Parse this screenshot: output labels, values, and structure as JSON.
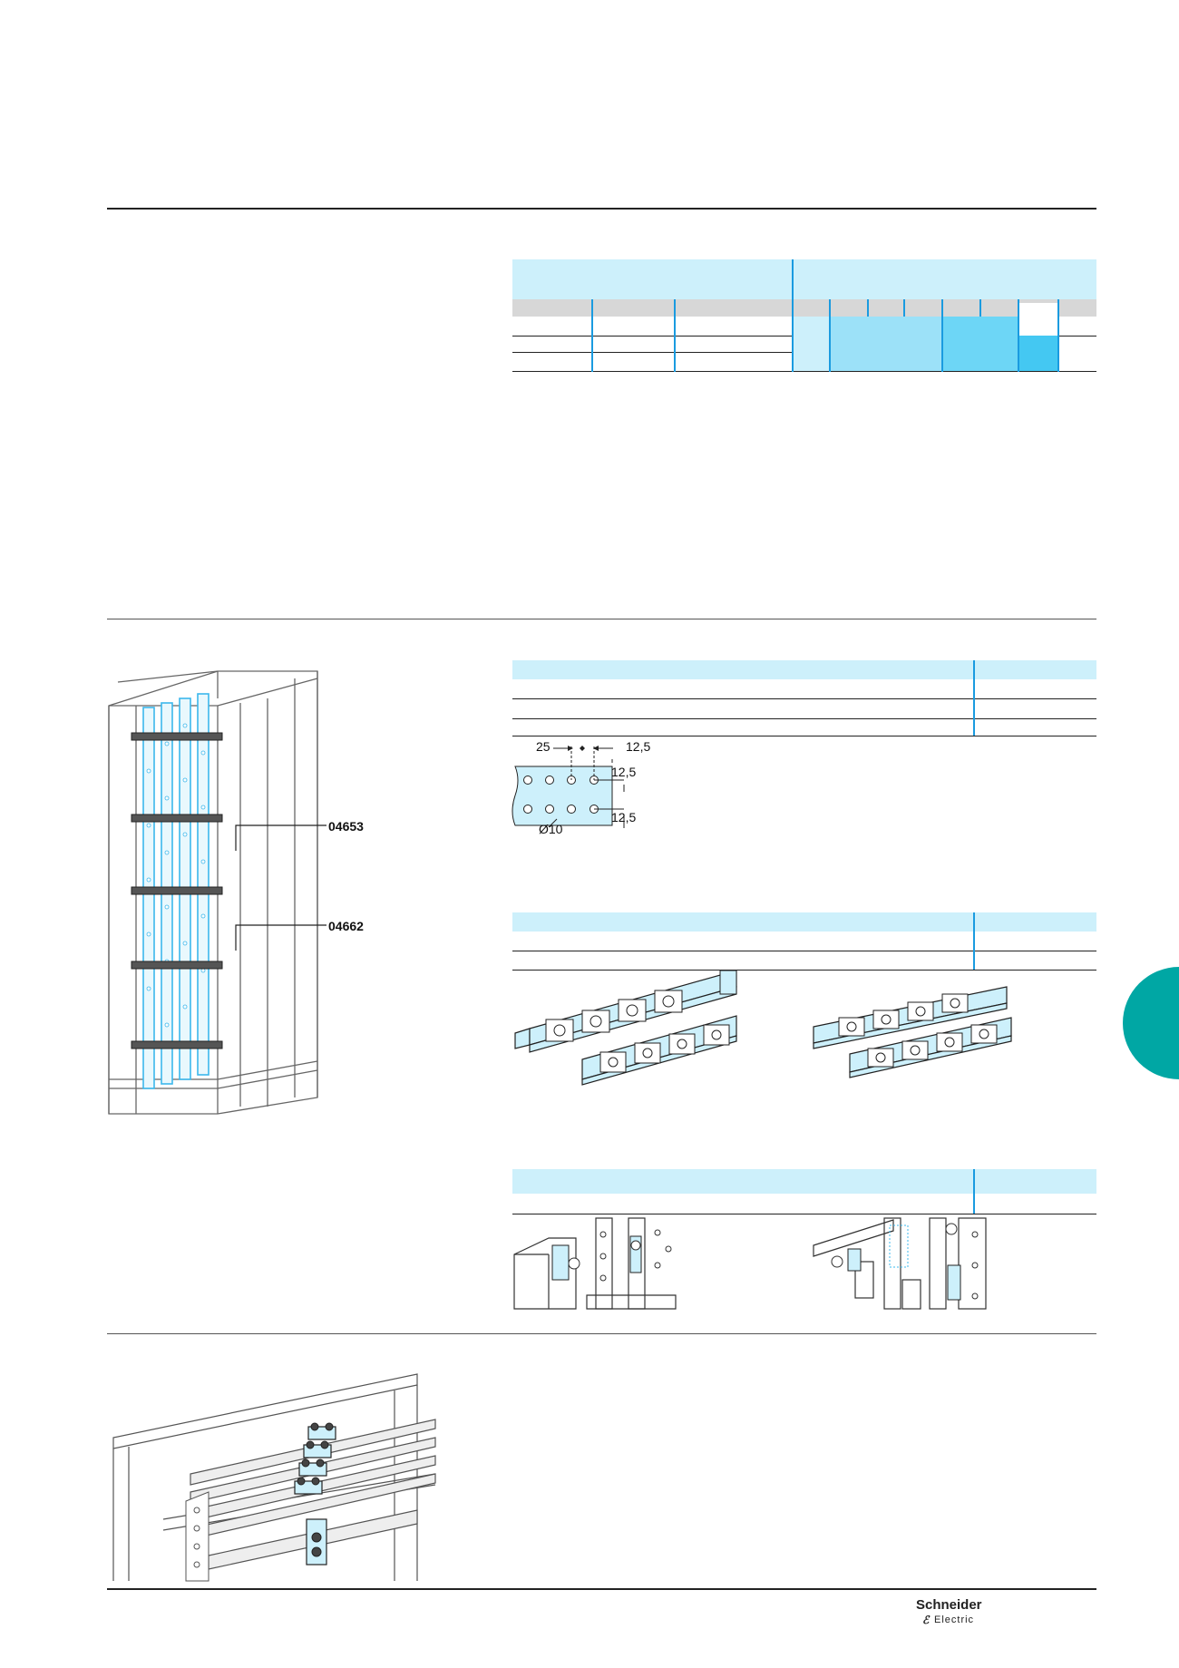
{
  "references": [
    {
      "code": "04653"
    },
    {
      "code": "04662"
    }
  ],
  "drilling_dims": {
    "pitch": "25",
    "edge_top": "12,5",
    "row_1": "12,5",
    "row_2": "12,5",
    "hole_diameter": "Ø10"
  },
  "logo": {
    "brand": "Schneider",
    "sub": "Electric"
  },
  "colors": {
    "band": "#cdf0fb",
    "accent": "#1a9be0",
    "mid_blue": "#9ce1f8",
    "deep_blue": "#6dd6f6",
    "strong_blue": "#44c8f2",
    "grey_header": "#d7d7d7",
    "tab": "#00a7a4"
  }
}
